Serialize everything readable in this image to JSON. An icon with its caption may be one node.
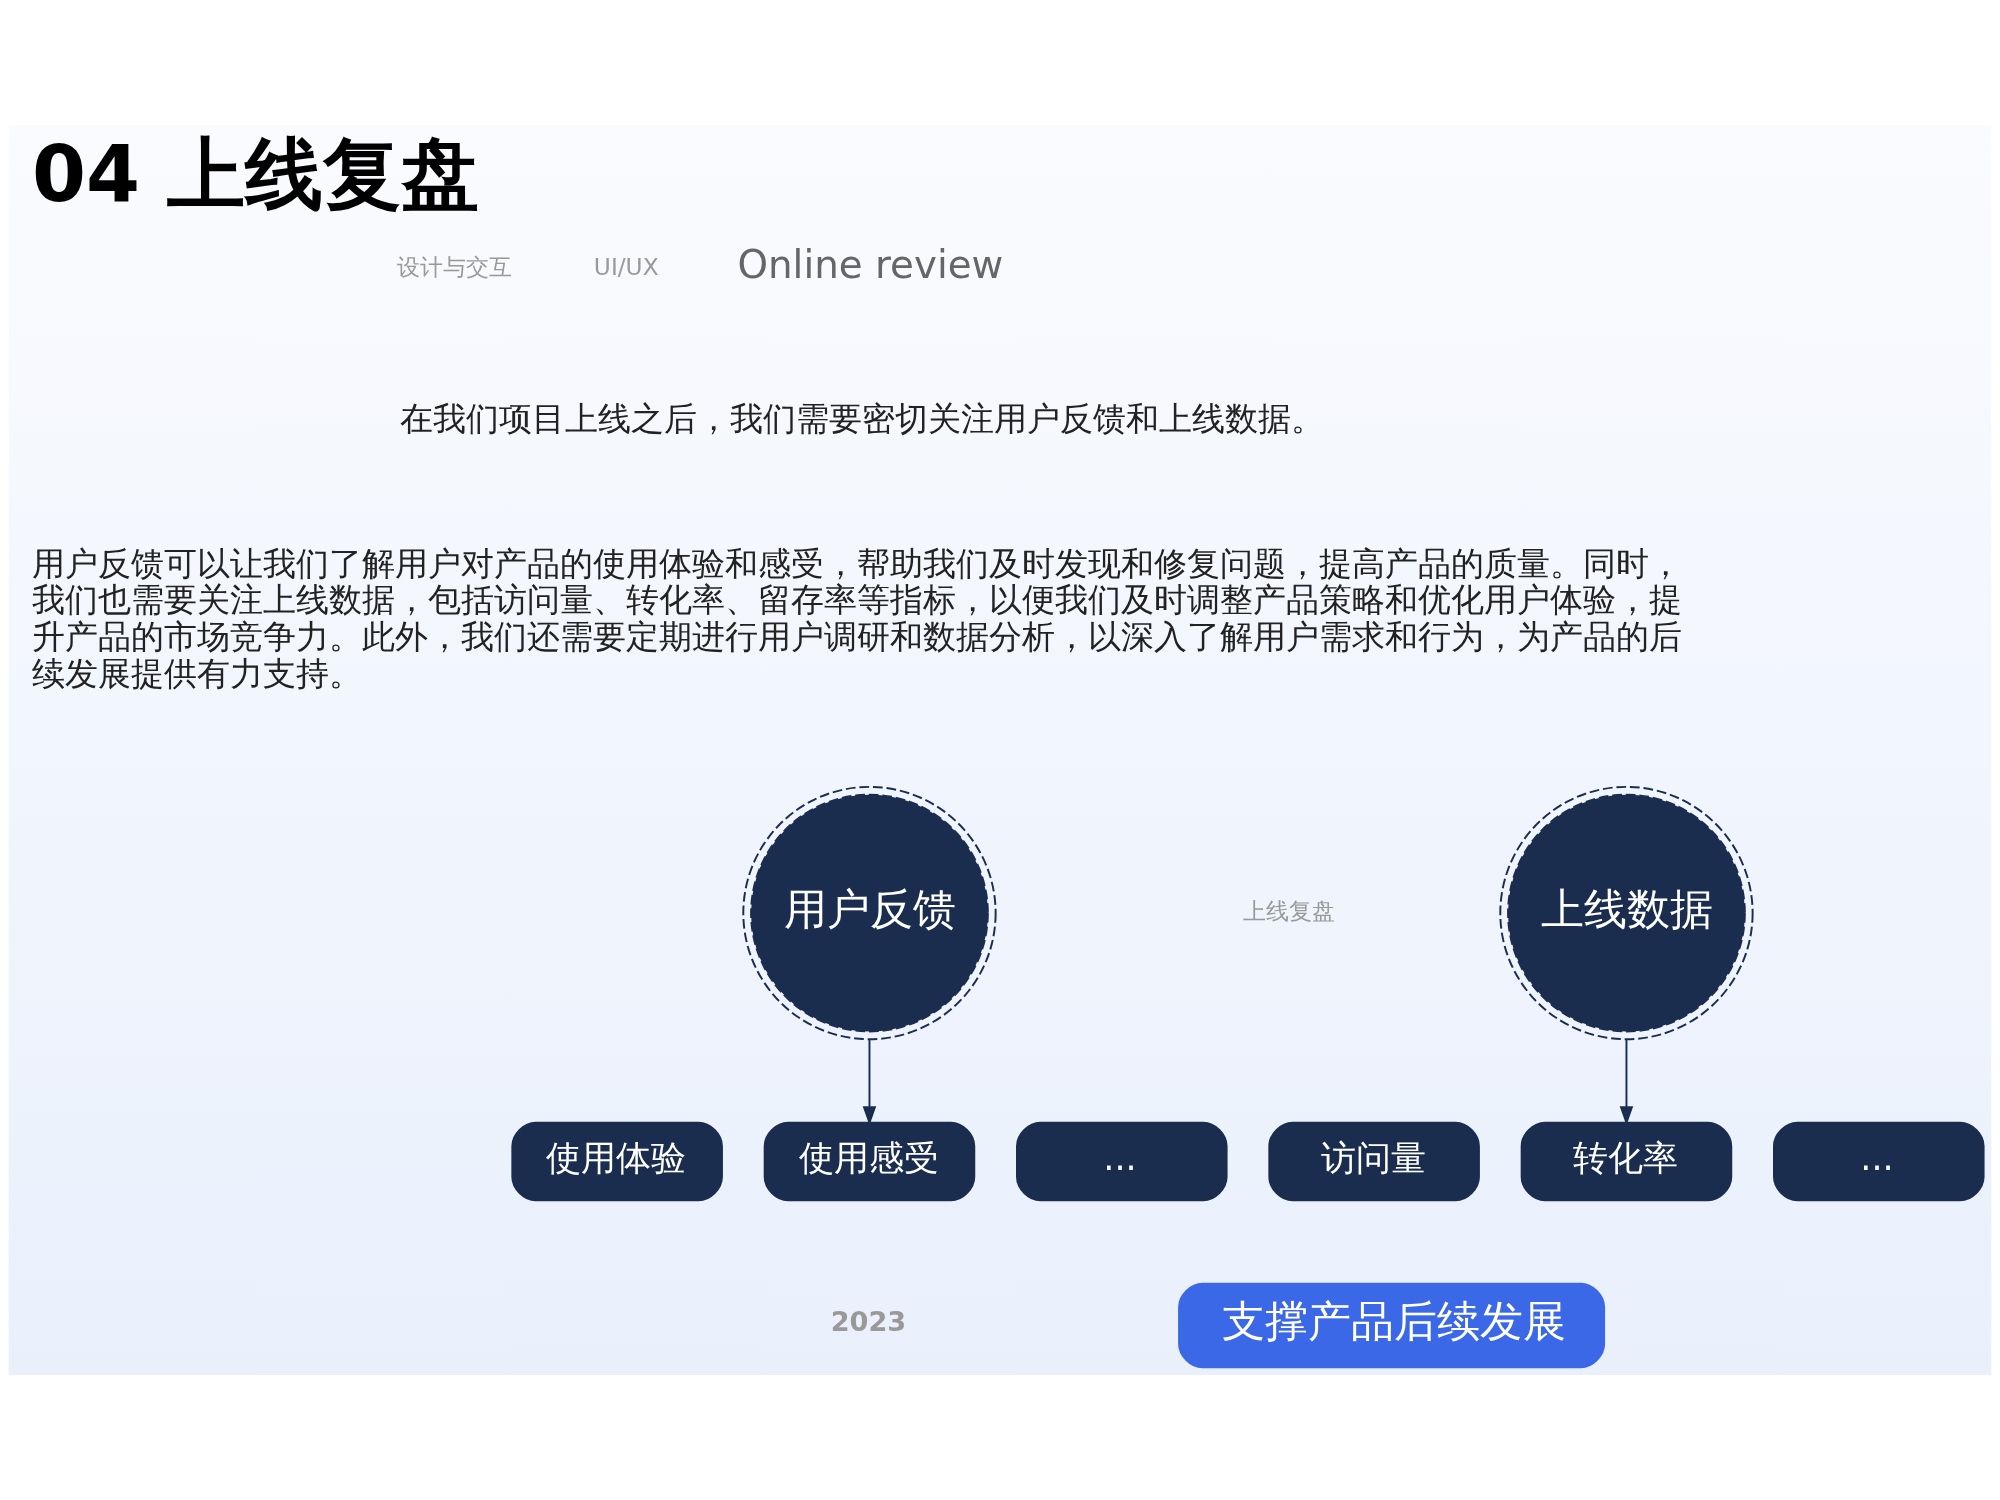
{
  "diagram": {
    "title": "04 上线复盘",
    "nodes": [
      {
        "text": [
          "用户反馈"
        ]
      },
      {
        "text": [
          "上线数据"
        ]
      },
      {
        "text": [
          "使用体验"
        ]
      },
      {
        "text": [
          "使用感受"
        ]
      },
      {
        "text": [
          "..."
        ]
      },
      {
        "text": [
          "访问量"
        ]
      },
      {
        "text": [
          "转化率"
        ]
      },
      {
        "text": [
          "..."
        ]
      },
      {
        "text": [
          "支撑产品后续发展"
        ]
      }
    ],
    "edges": [
      {
        "from": 0,
        "to": 3,
        "arrow": "to"
      },
      {
        "from": 1,
        "to": 6,
        "arrow": "to"
      }
    ],
    "labels": [
      "设计与交互",
      "UI/UX",
      "Online review",
      "在我们项目上线之后，我们需要密切关注用户反馈和上线数据。",
      "用户反馈可以让我们了解用户对产品的使用体验和感受，帮助我们及时发现和修复问题，提高产品的质量。同时，我们也需要关注上线数据，包括访问量、转化率、留存率等指标，以便我们及时调整产品策略和优化用户体验，提升产品的市场竞争力。此外，我们还需要定期进行用户调研和数据分析，以深入了解用户需求和行为，为产品的后续发展提供有力支持。",
      "上线复盘",
      "2023"
    ]
  }
}
